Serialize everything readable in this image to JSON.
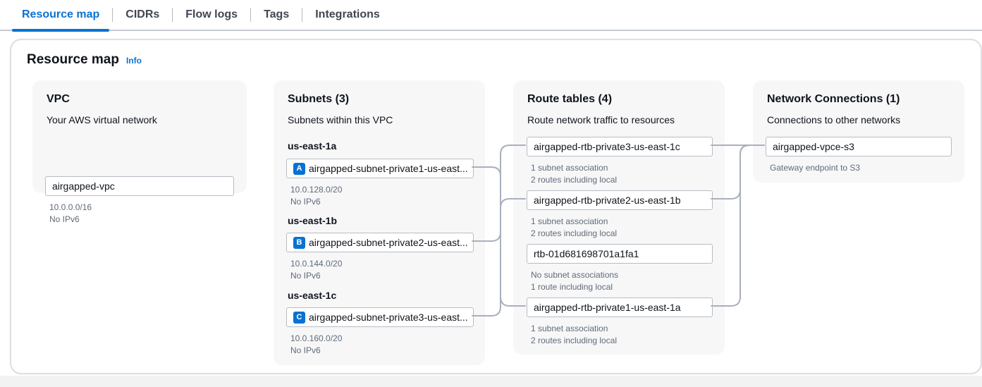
{
  "tabs": {
    "tab0": "Resource map",
    "tab1": "CIDRs",
    "tab2": "Flow logs",
    "tab3": "Tags",
    "tab4": "Integrations"
  },
  "panel": {
    "title": "Resource map",
    "info_label": "Info"
  },
  "vpc": {
    "title": "VPC",
    "subtitle": "Your AWS virtual network",
    "name": "airgapped-vpc",
    "cidr": "10.0.0.0/16",
    "ipv6": "No IPv6"
  },
  "subnets": {
    "title": "Subnets (3)",
    "subtitle": "Subnets within this VPC",
    "groups": [
      {
        "az": "us-east-1a",
        "badge": "A",
        "name": "airgapped-subnet-private1-us-east...",
        "cidr": "10.0.128.0/20",
        "ipv6": "No IPv6"
      },
      {
        "az": "us-east-1b",
        "badge": "B",
        "name": "airgapped-subnet-private2-us-east...",
        "cidr": "10.0.144.0/20",
        "ipv6": "No IPv6"
      },
      {
        "az": "us-east-1c",
        "badge": "C",
        "name": "airgapped-subnet-private3-us-east...",
        "cidr": "10.0.160.0/20",
        "ipv6": "No IPv6"
      }
    ]
  },
  "route_tables": {
    "title": "Route tables (4)",
    "subtitle": "Route network traffic to resources",
    "items": [
      {
        "name": "airgapped-rtb-private3-us-east-1c",
        "line1": "1 subnet association",
        "line2": "2 routes including local"
      },
      {
        "name": "airgapped-rtb-private2-us-east-1b",
        "line1": "1 subnet association",
        "line2": "2 routes including local"
      },
      {
        "name": "rtb-01d681698701a1fa1",
        "line1": "No subnet associations",
        "line2": "1 route including local"
      },
      {
        "name": "airgapped-rtb-private1-us-east-1a",
        "line1": "1 subnet association",
        "line2": "2 routes including local"
      }
    ]
  },
  "network_connections": {
    "title": "Network Connections (1)",
    "subtitle": "Connections to other networks",
    "items": [
      {
        "name": "airgapped-vpce-s3",
        "line1": "Gateway endpoint to S3"
      }
    ]
  },
  "colors": {
    "accent": "#0972d3",
    "connector": "#a9b0bc"
  }
}
